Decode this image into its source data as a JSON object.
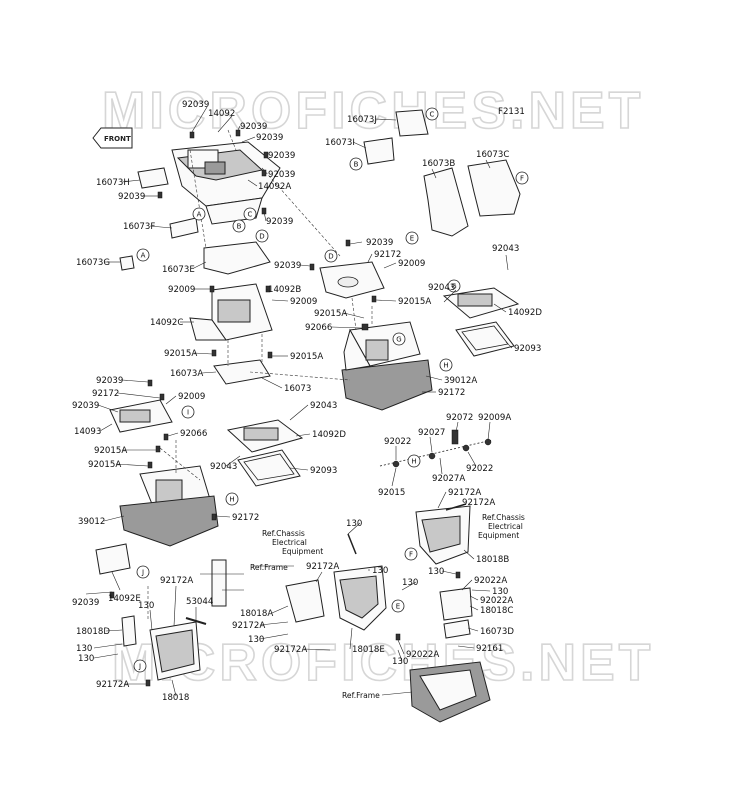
{
  "watermark": "MICROFICHES.NET",
  "figure_code": "F2131",
  "front_label": "FRONT",
  "part_labels": {
    "p92039_a": "92039",
    "p14092": "14092",
    "p92039_b": "92039",
    "p92039_c": "92039",
    "p92039_d": "92039",
    "p92039_e": "92039",
    "p14092A": "14092A",
    "p16073H": "16073H",
    "p92039_f": "92039",
    "p92039_g": "92039",
    "p16073F": "16073F",
    "p16073J": "16073J",
    "p16073I": "16073I",
    "p16073B": "16073B",
    "p16073C": "16073C",
    "p16073G": "16073G",
    "p16073E": "16073E",
    "p92039_h": "92039",
    "p92172_a": "92172",
    "p92009_a": "92009",
    "p92039_i": "92039",
    "p92043_a": "92043",
    "p92009_b": "92009",
    "p14092B": "14092B",
    "p92009_c": "92009",
    "p92015A_a": "92015A",
    "p14092C": "14092C",
    "p92015A_b": "92015A",
    "p92066_a": "92066",
    "p92043_b": "92043",
    "p14092D_a": "14092D",
    "p92015A_c": "92015A",
    "p92015A_d": "92015A",
    "p16073A": "16073A",
    "p16073": "16073",
    "p92093_a": "92093",
    "p39012A": "39012A",
    "p92172_b": "92172",
    "p92039_j": "92039",
    "p92172_c": "92172",
    "p92009_d": "92009",
    "p92039_k": "92039",
    "p92043_c": "92043",
    "p14093": "14093",
    "p92066_b": "92066",
    "p14092D_b": "14092D",
    "p92072": "92072",
    "p92009A": "92009A",
    "p92027": "92027",
    "p92022_a": "92022",
    "p92015A_e": "92015A",
    "p92015A_f": "92015A",
    "p92043_d": "92043",
    "p92093_b": "92093",
    "p92022_b": "92022",
    "p92015": "92015",
    "p92027A": "92027A",
    "p39012": "39012",
    "p92172_d": "92172",
    "p92172A_a": "92172A",
    "p92172A_b": "92172A",
    "p130_a": "130",
    "p18018B": "18018B",
    "p130_b": "130",
    "p92022A_a": "92022A",
    "p92039_l": "92039",
    "p14092E": "14092E",
    "p92172A_c": "92172A",
    "p92172A_d": "92172A",
    "p130_c": "130",
    "p53044": "53044",
    "p130_d": "130",
    "p18018A": "18018A",
    "p130_e": "130",
    "p92022A_b": "92022A",
    "p18018D": "18018D",
    "p18018C": "18018C",
    "p130_f": "130",
    "p16073D": "16073D",
    "p92172A_e": "92172A",
    "p130_g": "130",
    "p130_h": "130",
    "p92172A_f": "92172A",
    "p18018E": "18018E",
    "p92022A_c": "92022A",
    "p130_i": "130",
    "p92161": "92161",
    "p92172A_g": "92172A",
    "p18018": "18018",
    "p130_j": "130"
  },
  "refs": {
    "chassis_top_1": "Ref.Chassis",
    "chassis_top_2": "Electrical",
    "chassis_top_3": "Equipment",
    "chassis_mid_1": "Ref.Chassis",
    "chassis_mid_2": "Electrical",
    "chassis_mid_3": "Equipment",
    "frame_mid": "Ref.Frame",
    "frame_bottom": "Ref.Frame"
  },
  "callouts": {
    "A": "A",
    "B": "B",
    "C": "C",
    "D": "D",
    "E": "E",
    "F": "F",
    "G": "G",
    "H": "H",
    "I": "I",
    "J": "J"
  }
}
